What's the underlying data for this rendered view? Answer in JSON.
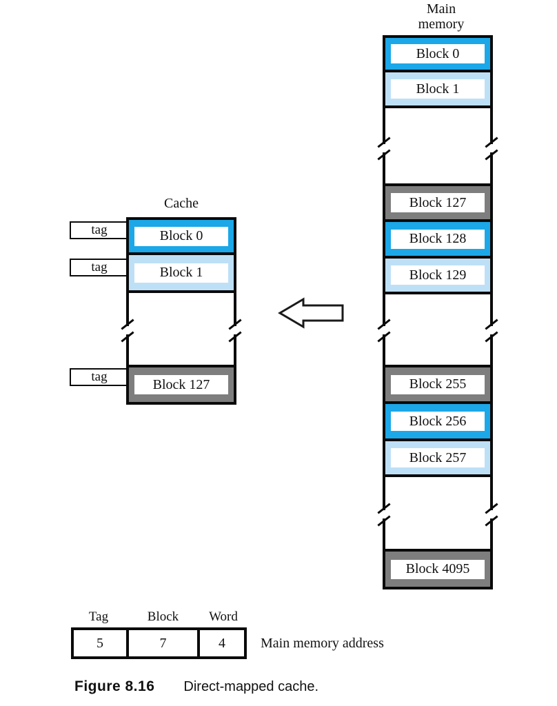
{
  "colors": {
    "block_highlight_cyan": "#1ba7e8",
    "block_highlight_lightblue": "#bee0f7",
    "block_highlight_gray": "#7e7e7e",
    "line": "#000000",
    "background": "#ffffff"
  },
  "main_memory": {
    "title_line1": "Main",
    "title_line2": "memory",
    "blocks": [
      {
        "label": "Block 0",
        "color": "cyan"
      },
      {
        "label": "Block 1",
        "color": "lightblue"
      },
      {
        "label": "Block 127",
        "color": "gray"
      },
      {
        "label": "Block 128",
        "color": "cyan"
      },
      {
        "label": "Block 129",
        "color": "lightblue"
      },
      {
        "label": "Block 255",
        "color": "gray"
      },
      {
        "label": "Block 256",
        "color": "cyan"
      },
      {
        "label": "Block 257",
        "color": "lightblue"
      },
      {
        "label": "Block 4095",
        "color": "gray"
      }
    ]
  },
  "cache": {
    "title": "Cache",
    "tag_label": "tag",
    "blocks": [
      {
        "label": "Block 0",
        "color": "cyan"
      },
      {
        "label": "Block 1",
        "color": "lightblue"
      },
      {
        "label": "Block 127",
        "color": "gray"
      }
    ]
  },
  "address": {
    "fields": [
      {
        "name": "Tag",
        "bits": "5"
      },
      {
        "name": "Block",
        "bits": "7"
      },
      {
        "name": "Word",
        "bits": "4"
      }
    ],
    "caption": "Main memory address"
  },
  "figure": {
    "number": "Figure 8.16",
    "caption": "Direct-mapped cache."
  }
}
